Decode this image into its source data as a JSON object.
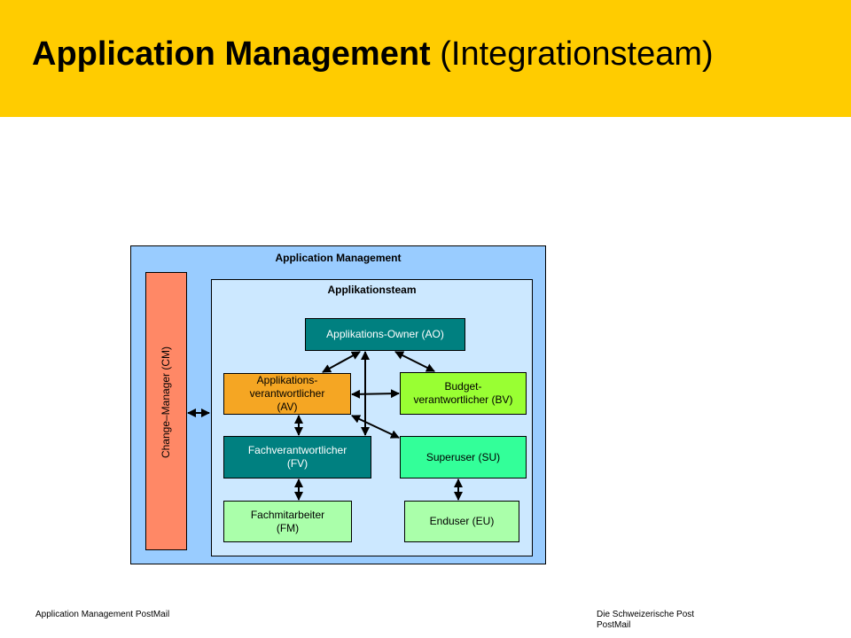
{
  "header": {
    "title_bold": "Application Management",
    "title_light": "(Integrationsteam)",
    "background_color": "#FFCC00"
  },
  "diagram": {
    "outer_label": "Application Management",
    "inner_label": "Applikationsteam",
    "change_manager": "Change–Manager  (CM)",
    "nodes": {
      "ao": "Applikations-Owner (AO)",
      "av": "Applikations-\nverantwortlicher\n(AV)",
      "bv": "Budget-\nverantwortlicher (BV)",
      "fv": "Fachverantwortlicher\n(FV)",
      "su": "Superuser (SU)",
      "fm": "Fachmitarbeiter\n(FM)",
      "eu": "Enduser (EU)"
    },
    "colors": {
      "outer": "#99CCFF",
      "inner": "#CCE8FF",
      "cm": "#FF8866",
      "ao": "#008080",
      "av": "#F5A623",
      "bv": "#99FF33",
      "fv": "#008080",
      "su": "#33FF99",
      "fm": "#AAFFAA",
      "eu": "#AAFFAA"
    }
  },
  "footer": {
    "left": "Application Management PostMail",
    "right": "Die Schweizerische Post\nPostMail"
  }
}
